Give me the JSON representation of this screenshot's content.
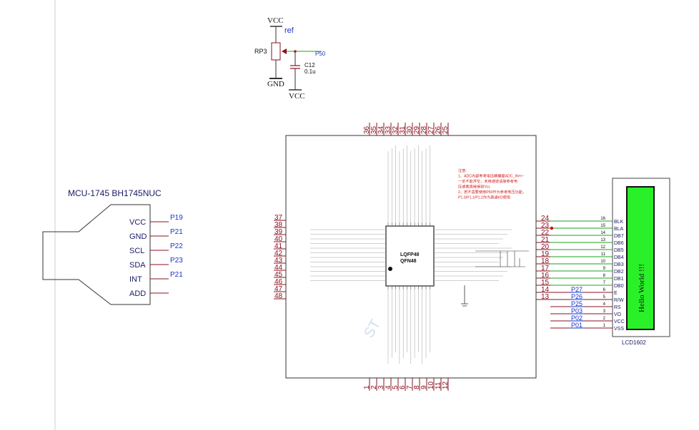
{
  "ref_circuit": {
    "vcc_top": "VCC",
    "ref_label": "ref",
    "rp_label": "RP3",
    "net_label": "P50",
    "gnd_label": "GND",
    "cap_name": "C12",
    "cap_value": "0.1u",
    "vcc_bottom": "VCC"
  },
  "sensor": {
    "title": "MCU-1745 BH1745NUC",
    "pins": [
      {
        "label": "VCC",
        "net": "P19"
      },
      {
        "label": "GND",
        "net": "P21"
      },
      {
        "label": "SCL",
        "net": "P22"
      },
      {
        "label": "SDA",
        "net": "P23"
      },
      {
        "label": "INT",
        "net": "P21"
      },
      {
        "label": "ADD",
        "net": ""
      }
    ]
  },
  "mcu": {
    "package_line1": "LQFP48",
    "package_line2": "QFN48",
    "top_pins": [
      "36",
      "35",
      "34",
      "33",
      "32",
      "31",
      "30",
      "29",
      "28",
      "27",
      "26",
      "25"
    ],
    "bottom_pins": [
      "1",
      "2",
      "3",
      "4",
      "5",
      "6",
      "7",
      "8",
      "9",
      "10",
      "11",
      "12"
    ],
    "left_pins": [
      "37",
      "38",
      "39",
      "40",
      "41",
      "42",
      "43",
      "44",
      "45",
      "46",
      "47",
      "48"
    ],
    "right_pins": [
      "24",
      "23",
      "22",
      "21",
      "20",
      "19",
      "18",
      "17",
      "16",
      "15",
      "14",
      "13"
    ],
    "note_lines": [
      "注意:",
      "1、ADC内部参考电压精确度ADC_IN+/−",
      "   一定不能浮空，未用通道请接参考电",
      "   压或者直接接到Vcc",
      "2、若不需要使用P50作为参考电压功能，",
      "   P1.0/P1.1/P1.2作为普通I/O使用"
    ]
  },
  "lcd": {
    "name": "LCD1602",
    "display_text": "Hello World !!!",
    "pins": [
      {
        "num": "16",
        "label": "BLK",
        "net": ""
      },
      {
        "num": "15",
        "label": "BLA",
        "net": ""
      },
      {
        "num": "14",
        "label": "DB7",
        "net": ""
      },
      {
        "num": "13",
        "label": "DB6",
        "net": ""
      },
      {
        "num": "12",
        "label": "DB5",
        "net": ""
      },
      {
        "num": "11",
        "label": "DB4",
        "net": ""
      },
      {
        "num": "10",
        "label": "DB3",
        "net": ""
      },
      {
        "num": "9",
        "label": "DB2",
        "net": ""
      },
      {
        "num": "8",
        "label": "DB1",
        "net": ""
      },
      {
        "num": "7",
        "label": "DB0",
        "net": ""
      },
      {
        "num": "6",
        "label": "E",
        "net": "P27"
      },
      {
        "num": "5",
        "label": "R/W",
        "net": "P26"
      },
      {
        "num": "4",
        "label": "RS",
        "net": "P25"
      },
      {
        "num": "3",
        "label": "VO",
        "net": "P03"
      },
      {
        "num": "2",
        "label": "VCC",
        "net": "P02"
      },
      {
        "num": "1",
        "label": "VSS",
        "net": "P01"
      }
    ]
  },
  "colors": {
    "wire": "#1aa51a",
    "pin": "#8a1020",
    "label": "#1a35c8",
    "body": "#555555",
    "lcd_screen": "#29f029",
    "junction": "#cc1111"
  }
}
